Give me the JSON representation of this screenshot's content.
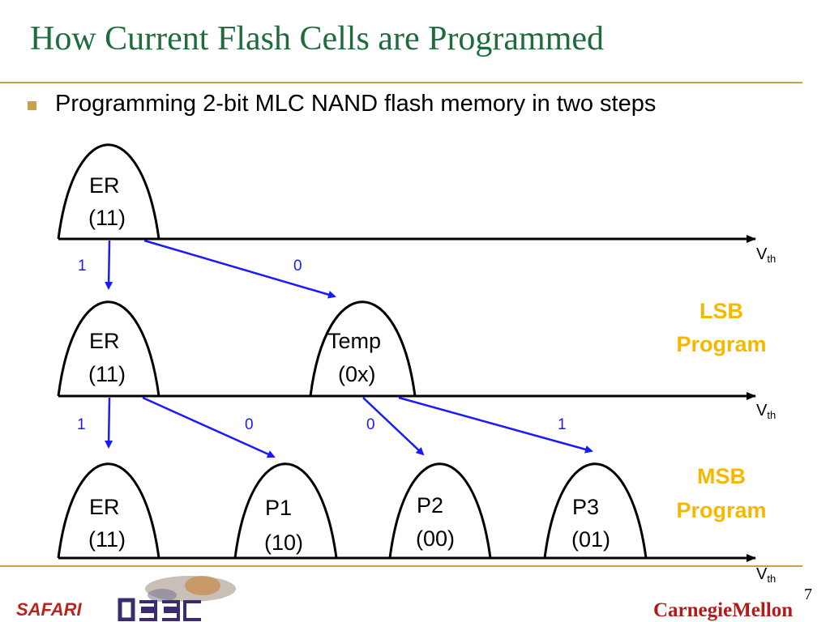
{
  "slide": {
    "title": "How Current Flash Cells are Programmed",
    "bullet": "Programming 2-bit MLC NAND flash memory in two steps",
    "page_number": "7"
  },
  "diagram": {
    "axis_label": "V",
    "axis_label_sub": "th",
    "rows": [
      {
        "states": [
          {
            "name": "ER",
            "bits": "(11)"
          }
        ]
      },
      {
        "step_label_line1": "LSB",
        "step_label_line2": "Program",
        "states": [
          {
            "name": "ER",
            "bits": "(11)"
          },
          {
            "name": "Temp",
            "bits": "(0x)"
          }
        ]
      },
      {
        "step_label_line1": "MSB",
        "step_label_line2": "Program",
        "states": [
          {
            "name": "ER",
            "bits": "(11)"
          },
          {
            "name": "P1",
            "bits": "(10)"
          },
          {
            "name": "P2",
            "bits": "(00)"
          },
          {
            "name": "P3",
            "bits": "(01)"
          }
        ]
      }
    ],
    "transitions_lsb": [
      "1",
      "0"
    ],
    "transitions_msb": [
      "1",
      "0",
      "0",
      "1"
    ]
  },
  "footer": {
    "left_logo_text": "SAFARI",
    "center_logo_name": "dssc-logo",
    "right_logo_text": "CarnegieMellon"
  },
  "colors": {
    "title": "#1e6b3c",
    "rule": "#c8a24a",
    "arrow": "#1a1aff",
    "step_label": "#f5b800"
  }
}
